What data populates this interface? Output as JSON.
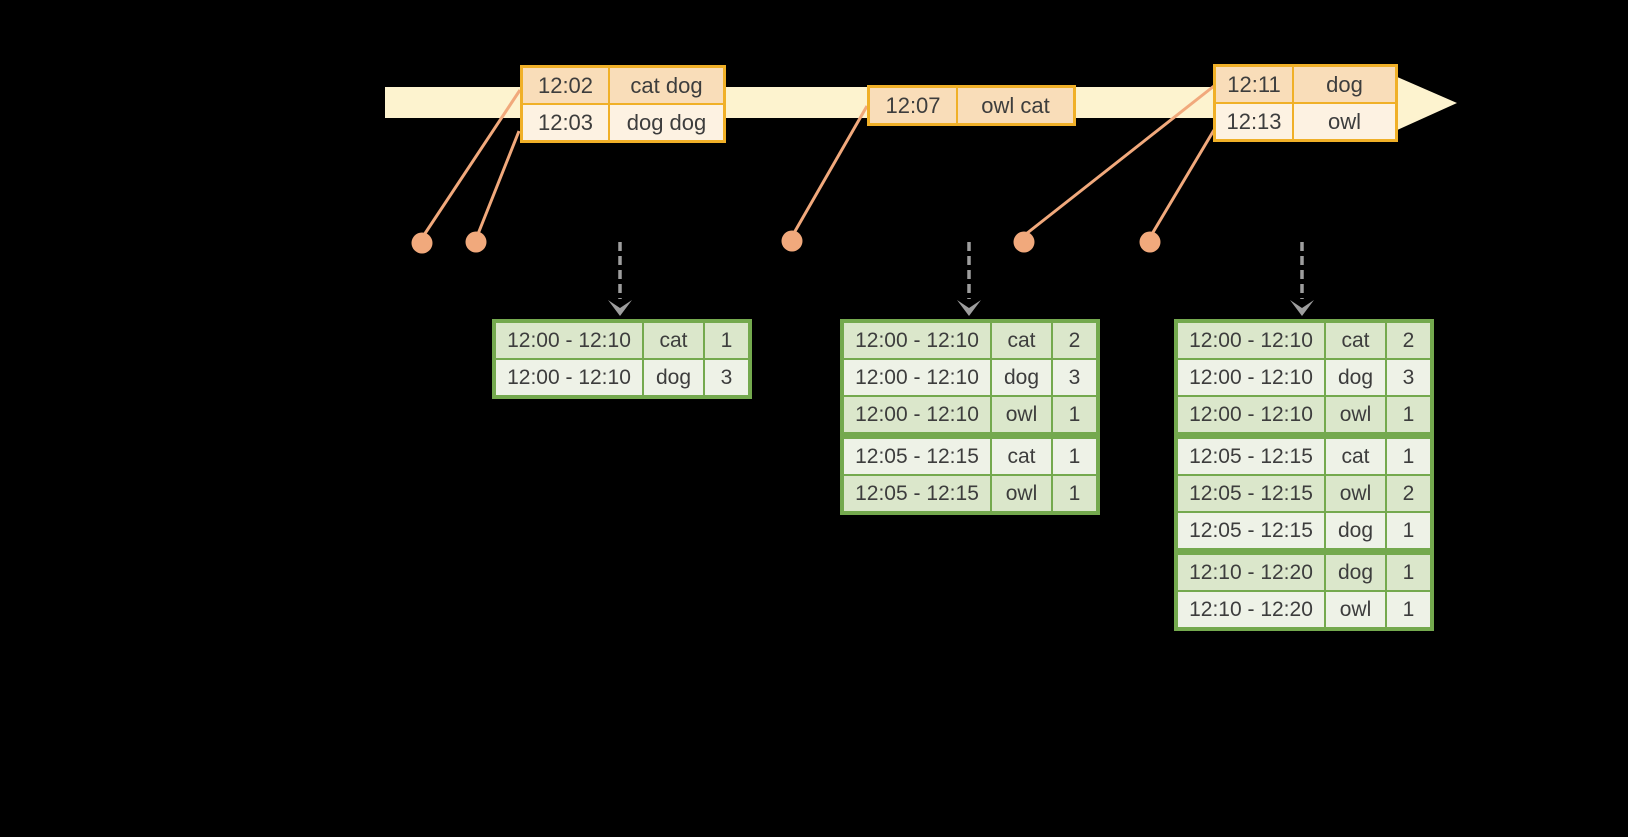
{
  "colors": {
    "background": "#000000",
    "timeline_fill": "#fdf3cf",
    "event_box_border": "#f0b028",
    "event_row_peach": "#f9ddb9",
    "event_row_light": "#fdf2e2",
    "connector_and_dots": "#f1a97c",
    "trigger_arrow_gray": "#9e9e9e",
    "result_table_border": "#74a94e",
    "result_row_green": "#dbe7cb",
    "result_row_light": "#eef2e7",
    "text": "#3d3d3d"
  },
  "timeline": {
    "event_boxes": [
      {
        "rows": [
          {
            "time": "12:02",
            "words": "cat dog"
          },
          {
            "time": "12:03",
            "words": "dog dog"
          }
        ]
      },
      {
        "rows": [
          {
            "time": "12:07",
            "words": "owl cat"
          }
        ]
      },
      {
        "rows": [
          {
            "time": "12:11",
            "words": "dog"
          },
          {
            "time": "12:13",
            "words": "owl"
          }
        ]
      }
    ]
  },
  "result_tables": [
    {
      "rows": [
        {
          "window": "12:00 - 12:10",
          "word": "cat",
          "count": "1"
        },
        {
          "window": "12:00 - 12:10",
          "word": "dog",
          "count": "3"
        }
      ],
      "group_breaks": []
    },
    {
      "rows": [
        {
          "window": "12:00 - 12:10",
          "word": "cat",
          "count": "2"
        },
        {
          "window": "12:00 - 12:10",
          "word": "dog",
          "count": "3"
        },
        {
          "window": "12:00 - 12:10",
          "word": "owl",
          "count": "1"
        },
        {
          "window": "12:05 - 12:15",
          "word": "cat",
          "count": "1"
        },
        {
          "window": "12:05 - 12:15",
          "word": "owl",
          "count": "1"
        }
      ],
      "group_breaks": [
        3
      ]
    },
    {
      "rows": [
        {
          "window": "12:00 - 12:10",
          "word": "cat",
          "count": "2"
        },
        {
          "window": "12:00 - 12:10",
          "word": "dog",
          "count": "3"
        },
        {
          "window": "12:00 - 12:10",
          "word": "owl",
          "count": "1"
        },
        {
          "window": "12:05 - 12:15",
          "word": "cat",
          "count": "1"
        },
        {
          "window": "12:05 - 12:15",
          "word": "owl",
          "count": "2"
        },
        {
          "window": "12:05 - 12:15",
          "word": "dog",
          "count": "1"
        },
        {
          "window": "12:10 - 12:20",
          "word": "dog",
          "count": "1"
        },
        {
          "window": "12:10 - 12:20",
          "word": "owl",
          "count": "1"
        }
      ],
      "group_breaks": [
        3,
        6
      ]
    }
  ]
}
